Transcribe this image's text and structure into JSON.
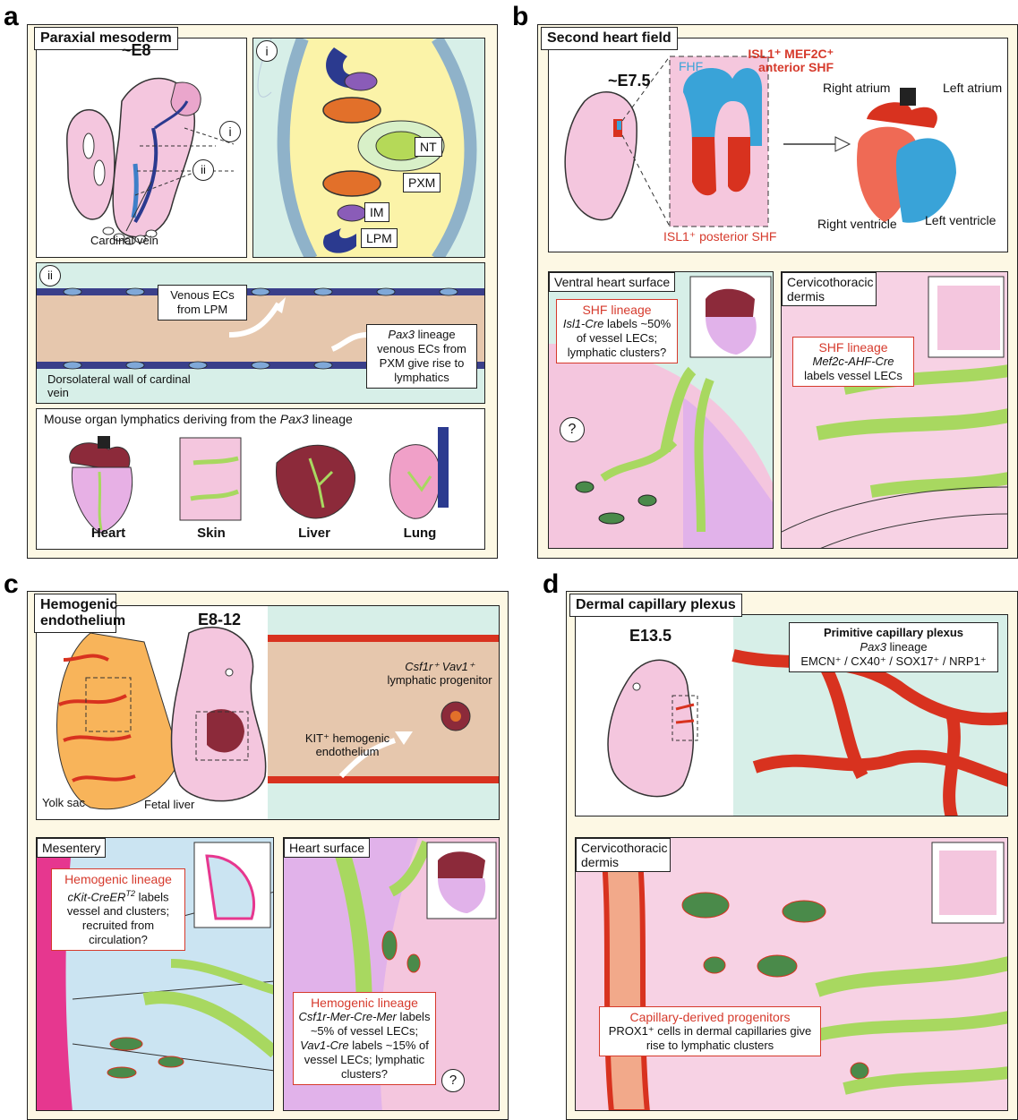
{
  "panels": {
    "a": {
      "letter": "a",
      "title": "Paraxial mesoderm",
      "stage": "~E8",
      "cardinal_vein": "Cardinal vein",
      "marker_i": "i",
      "marker_ii": "ii",
      "section_labels": {
        "nt": "NT",
        "pxm": "PXM",
        "im": "IM",
        "lpm": "LPM"
      },
      "venous_ecs": "Venous ECs from LPM",
      "pax3_note_italic": "Pax3",
      "pax3_note_rest": " lineage venous ECs from PXM give rise to lymphatics",
      "dorsolateral": "Dorsolateral wall of cardinal vein",
      "organs_title_pre": "Mouse organ lymphatics deriving from the ",
      "organs_title_italic": "Pax3",
      "organs_title_post": " lineage",
      "organs": [
        "Heart",
        "Skin",
        "Liver",
        "Lung"
      ]
    },
    "b": {
      "letter": "b",
      "title": "Second heart field",
      "stage": "~E7.5",
      "fhf": "FHF",
      "anterior": "ISL1⁺ MEF2C⁺ anterior SHF",
      "posterior": "ISL1⁺ posterior SHF",
      "right_atrium": "Right atrium",
      "left_atrium": "Left atrium",
      "right_ventricle": "Right ventricle",
      "left_ventricle": "Left ventricle",
      "ventral_tag": "Ventral heart surface",
      "ventral_hd": "SHF lineage",
      "ventral_it": "Isl1-Cre",
      "ventral_rest": " labels ~50% of vessel LECs; lymphatic clusters?",
      "question": "?",
      "cervico_tag": "Cervicothoracic dermis",
      "cervico_hd": "SHF lineage",
      "cervico_it": "Mef2c-AHF-Cre",
      "cervico_rest": " labels vessel LECs"
    },
    "c": {
      "letter": "c",
      "title": "Hemogenic endothelium",
      "stage": "E8-12",
      "progenitor": "Csf1r⁺ Vav1⁺",
      "progenitor_rest": "lymphatic progenitor",
      "kit": "KIT⁺ hemogenic endothelium",
      "yolk": "Yolk sac",
      "fetal_liver": "Fetal liver",
      "mesentery_tag": "Mesentery",
      "mes_hd": "Hemogenic lineage",
      "mes_it": "cKit-CreER",
      "mes_sup": "T2",
      "mes_rest": " labels vessel and clusters; recruited from circulation?",
      "heart_tag": "Heart surface",
      "heart_hd": "Hemogenic lineage",
      "heart_it1": "Csf1r-Mer-Cre-Mer",
      "heart_rest1": " labels ~5% of vessel LECs;",
      "heart_it2": "Vav1-Cre",
      "heart_rest2": " labels ~15% of vessel LECs; lymphatic clusters?",
      "question": "?"
    },
    "d": {
      "letter": "d",
      "title": "Dermal capillary plexus",
      "stage": "E13.5",
      "plexus_hd": "Primitive capillary plexus",
      "plexus_it": "Pax3",
      "plexus_rest": " lineage",
      "plexus_markers": "EMCN⁺ / CX40⁺ / SOX17⁺ / NRP1⁺",
      "cervico_tag": "Cervicothoracic dermis",
      "prog_hd": "Capillary-derived progenitors",
      "prog_rest": "PROX1⁺ cells in dermal capillaries give rise to lymphatic clusters"
    }
  },
  "colors": {
    "panel_bg": "#fdf8e4",
    "embryo_pink": "#f4c6de",
    "vein_blue": "#2b3a8f",
    "lymph_green": "#a8d860",
    "red_vessel": "#d8321f",
    "callout_red": "#d63a2c"
  }
}
